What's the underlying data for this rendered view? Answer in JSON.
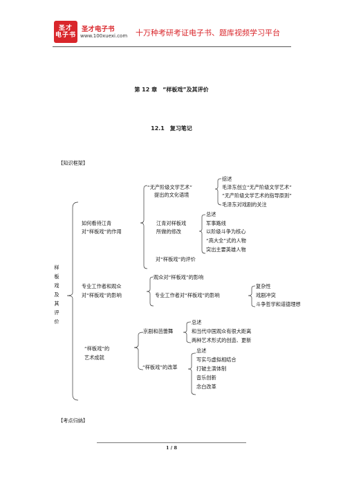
{
  "header": {
    "logo_line1": "圣才",
    "logo_line2": "电子书",
    "brand": "圣才电子书",
    "url": "www.100xuexi.com",
    "slogan": "十万种考研考证电子书、题库视频学习平台"
  },
  "chapter_title": "第 12 章　“样板戏”及其评价",
  "section_title": "12.1　复习笔记",
  "knowledge_label": "【知识框架】",
  "keypoints_label": "【考点归纳】",
  "page_number": "1 / 8",
  "tree": {
    "root_chars": [
      "样",
      "板",
      "戏",
      "及",
      "其",
      "评",
      "价"
    ],
    "b1": {
      "label_lines": [
        "如何看待江青",
        "对“样板戏”的作用"
      ],
      "c1": {
        "label_lines": [
          "“无产阶级文学艺术”",
          "提出的文化语境"
        ],
        "leaves": [
          "综述",
          "毛泽东创立“无产阶级文学艺术”",
          "“无产阶级文学艺术的指导原则”",
          "毛泽东对戏剧的关注"
        ]
      },
      "c2": {
        "label_lines": [
          "江青对样板戏",
          "所做的修改"
        ],
        "leaves": [
          "总述",
          "军事路线",
          "以阶级斗争为核心",
          "“高大全”式的人物",
          "突出主要英雄人物"
        ]
      },
      "c3": "对“样板戏”的评价"
    },
    "b2": {
      "label_lines": [
        "专业工作者和观众",
        "对“样板戏”的影响"
      ],
      "c1": "观众对“样板戏”的影响",
      "c2": {
        "label": "专业工作者对“样板戏”的影响",
        "leaves": [
          "复杂性",
          "戏剧冲突",
          "斗争哲学和道德理想"
        ]
      }
    },
    "b3": {
      "label_lines": [
        "“样板戏”的",
        "艺术成就"
      ],
      "c1": {
        "label": "京剧和芭蕾舞",
        "leaves": [
          "总述",
          "和当代中国观众有很大距离",
          "两种艺术形式的创造、更新"
        ]
      },
      "c2": {
        "label": "“样板戏”的改革",
        "leaves": [
          "总述",
          "写实与虚拟相结合",
          "打破主演体制",
          "音乐创新",
          "念白改革"
        ]
      }
    }
  }
}
